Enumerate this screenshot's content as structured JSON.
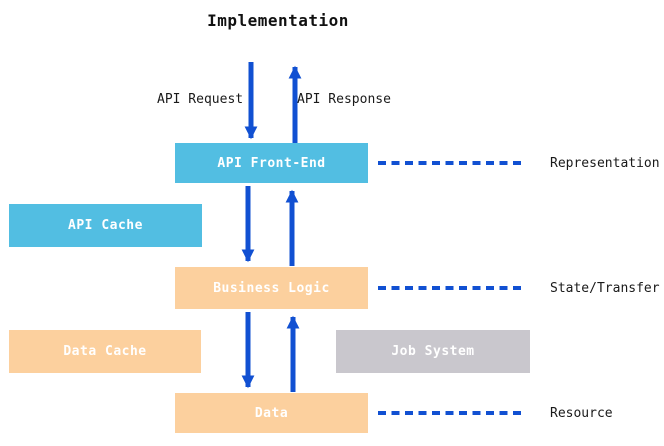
{
  "title": "Implementation",
  "flow": {
    "request_label": "API Request",
    "response_label": "API Response"
  },
  "nodes": {
    "api_front_end": {
      "label": "API Front-End"
    },
    "api_cache": {
      "label": "API Cache"
    },
    "business_logic": {
      "label": "Business Logic"
    },
    "data_cache": {
      "label": "Data Cache"
    },
    "job_system": {
      "label": "Job System"
    },
    "data": {
      "label": "Data"
    }
  },
  "rest_labels": {
    "representation": "Representation",
    "state_transfer": "State/Transfer",
    "resource": "Resource"
  },
  "colors": {
    "cyan": "#52BEE2",
    "orange": "#FCD09E",
    "gray": "#C9C7CD",
    "blue": "#1150D2"
  }
}
